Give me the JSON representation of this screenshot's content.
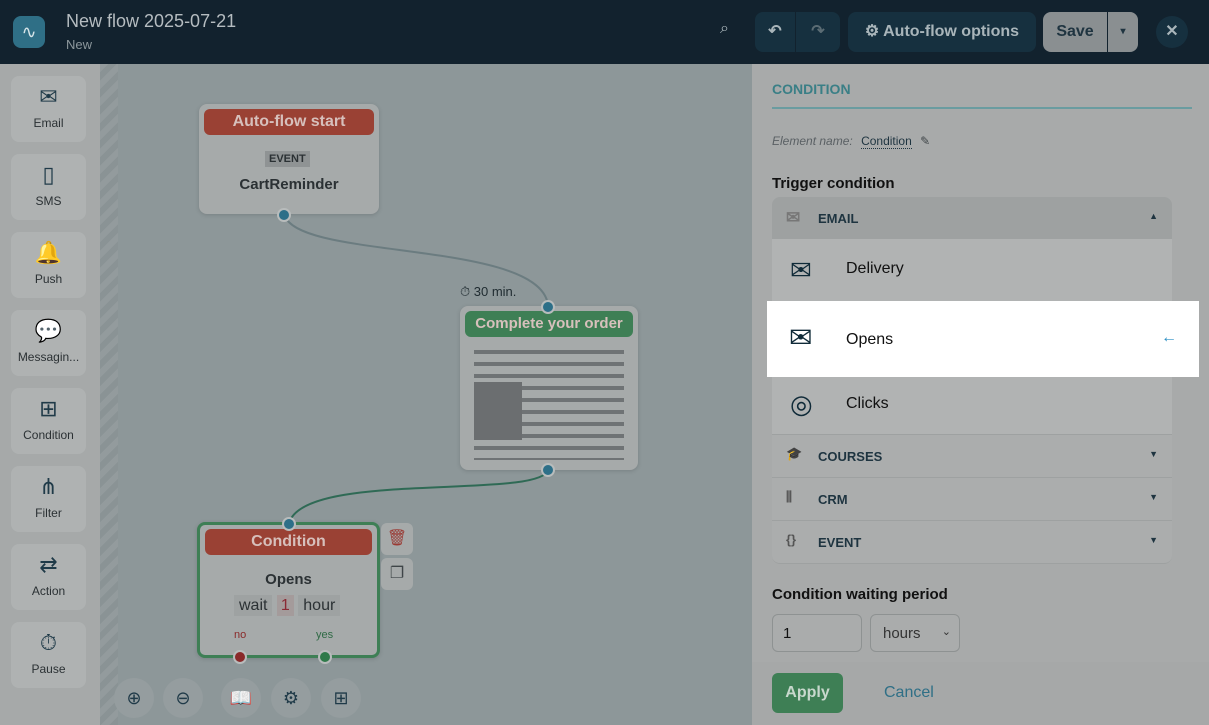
{
  "header": {
    "title": "New flow 2025-07-21",
    "subtitle": "New",
    "options_label": "Auto-flow options",
    "save_label": "Save"
  },
  "toolbox": [
    {
      "label": "Email",
      "icon": "✉"
    },
    {
      "label": "SMS",
      "icon": "▯"
    },
    {
      "label": "Push",
      "icon": "🔔"
    },
    {
      "label": "Messagin...",
      "icon": "💬"
    },
    {
      "label": "Condition",
      "icon": "⊞"
    },
    {
      "label": "Filter",
      "icon": "⋔"
    },
    {
      "label": "Action",
      "icon": "⇄"
    },
    {
      "label": "Pause",
      "icon": "⏱"
    }
  ],
  "canvas": {
    "start": {
      "head": "Auto-flow start",
      "tag": "EVENT",
      "name": "CartReminder"
    },
    "delay": "30 min.",
    "email": {
      "head": "Complete your order"
    },
    "condition": {
      "head": "Condition",
      "name": "Opens",
      "wait": "wait",
      "num": "1",
      "unit": "hour",
      "no": "no",
      "yes": "yes"
    }
  },
  "panel": {
    "tab": "CONDITION",
    "element_name_label": "Element name:",
    "element_name": "Condition",
    "trigger_title": "Trigger condition",
    "groups": [
      {
        "label": "EMAIL"
      },
      {
        "label": "COURSES"
      },
      {
        "label": "CRM"
      },
      {
        "label": "EVENT"
      }
    ],
    "email_items": [
      {
        "label": "Delivery"
      },
      {
        "label": "Opens"
      },
      {
        "label": "Clicks"
      }
    ],
    "waiting_title": "Condition waiting period",
    "waiting_value": "1",
    "waiting_unit": "hours",
    "apply": "Apply",
    "cancel": "Cancel"
  }
}
